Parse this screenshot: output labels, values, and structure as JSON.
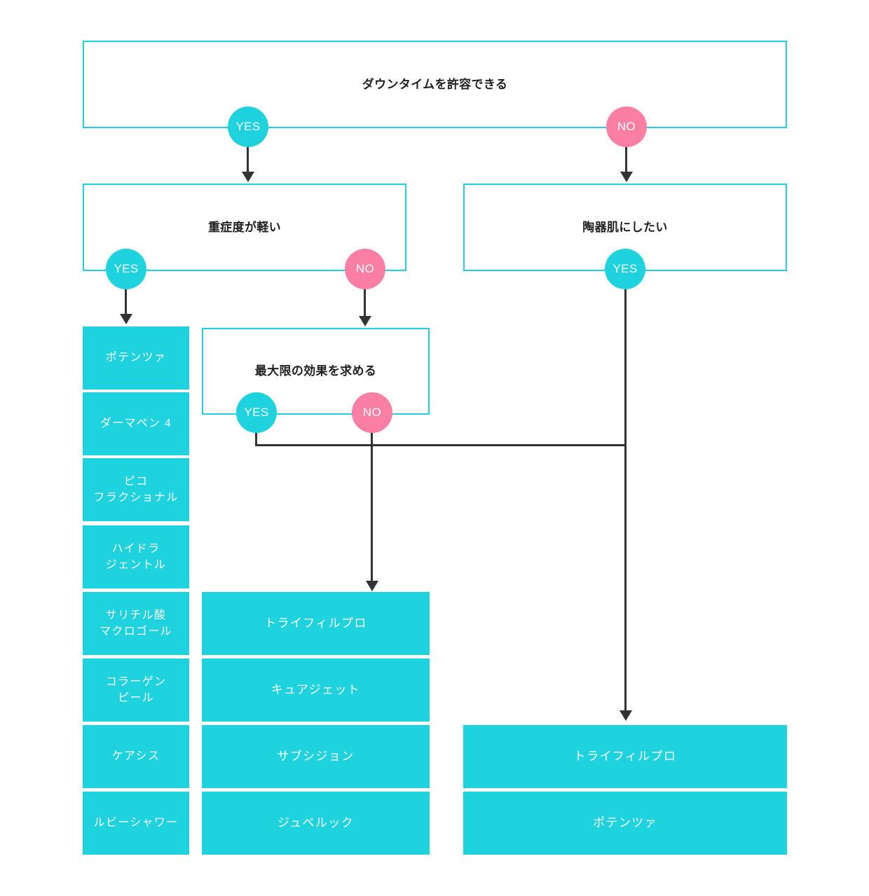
{
  "diagram": {
    "title": "ダウンタイムを許容できる",
    "accent_cyan": "#1ED2DE",
    "accent_pink": "#FB7FA4",
    "line_color": "#333333"
  },
  "labels": {
    "yes": "YES",
    "no": "NO"
  },
  "questions": {
    "q_downtime": "ダウンタイムを許容できる",
    "q_severity": "重症度が軽い",
    "q_porcelain": "陶器肌にしたい",
    "q_maximum": "最大限の効果を求める"
  },
  "treatments": {
    "left_column": [
      "ポテンツァ",
      "ダーマペン 4",
      "ピコ\nフラクショナル",
      "ハイドラ\nジェントル",
      "サリチル酸\nマクロゴール",
      "コラーゲン\nピール",
      "ケアシス",
      "ルビーシャワー"
    ],
    "middle_column": [
      "トライフィルプロ",
      "キュアジェット",
      "サブシジョン",
      "ジュベルック"
    ],
    "right_column": [
      "トライフィルプロ",
      "ポテンツァ"
    ]
  },
  "badges": {
    "downtime_yes": "YES",
    "downtime_no": "NO",
    "severity_yes": "YES",
    "severity_no": "NO",
    "porcelain_yes": "YES",
    "maximum_yes": "YES",
    "maximum_no": "NO"
  }
}
